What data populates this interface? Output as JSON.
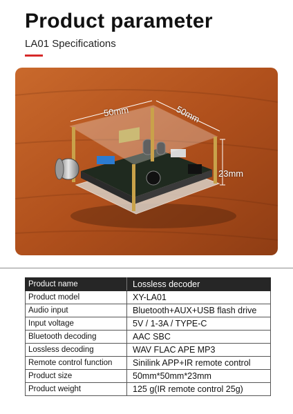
{
  "header": {
    "title": "Product parameter",
    "subtitle": "LA01 Specifications",
    "accent_color": "#d62828"
  },
  "photo": {
    "dimensions": {
      "width": "50mm",
      "depth": "50mm",
      "height": "23mm"
    },
    "background_color": "#b5551f"
  },
  "specs": {
    "header": {
      "key": "Product name",
      "value": "Lossless decoder"
    },
    "rows": [
      {
        "key": "Product model",
        "value": "XY-LA01"
      },
      {
        "key": "Audio input",
        "value": "Bluetooth+AUX+USB flash drive"
      },
      {
        "key": "Input voltage",
        "value": "5V / 1-3A / TYPE-C"
      },
      {
        "key": "Bluetooth decoding",
        "value": "AAC SBC"
      },
      {
        "key": "Lossless decoding",
        "value": "WAV  FLAC  APE  MP3"
      },
      {
        "key": "Remote control function",
        "value": "Sinilink APP+IR remote control"
      },
      {
        "key": "Product size",
        "value": "50mm*50mm*23mm"
      },
      {
        "key": "Product weight",
        "value": " 125 g(IR remote control 25g)"
      }
    ]
  }
}
